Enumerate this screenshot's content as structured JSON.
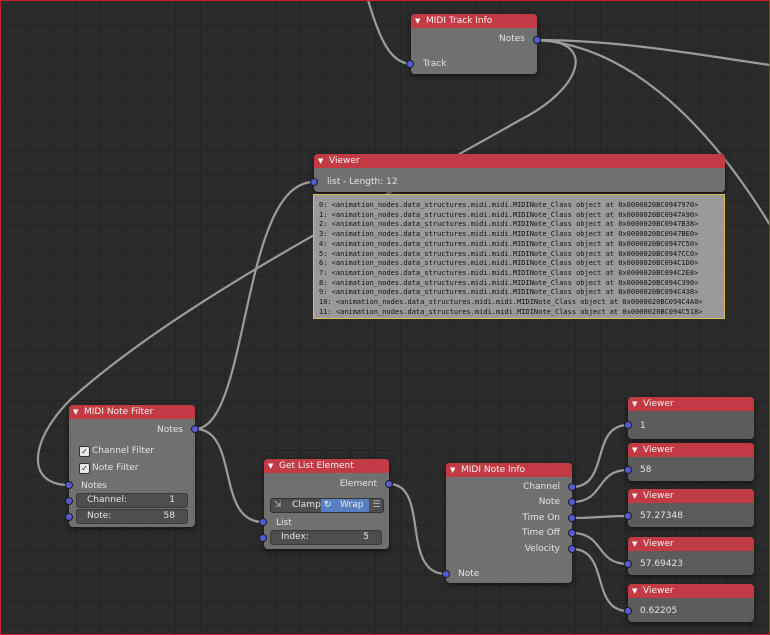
{
  "editor": {
    "frame_color": "#c8232c",
    "header_color": "#c23a44",
    "socket_color": "#555bd6"
  },
  "nodes": {
    "track_info": {
      "title": "MIDI Track Info",
      "out_notes": "Notes",
      "in_track": "Track"
    },
    "viewer_main": {
      "title": "Viewer",
      "summary": "list - Length: 12",
      "rows": [
        "0: <animation_nodes.data_structures.midi.midi.MIDINote_Class object at 0x0000020BC0947970>",
        "1: <animation_nodes.data_structures.midi.midi.MIDINote_Class object at 0x0000020BC0947A90>",
        "2: <animation_nodes.data_structures.midi.midi.MIDINote_Class object at 0x0000020BC0947B38>",
        "3: <animation_nodes.data_structures.midi.midi.MIDINote_Class object at 0x0000020BC0947BE0>",
        "4: <animation_nodes.data_structures.midi.midi.MIDINote_Class object at 0x0000020BC0947C50>",
        "5: <animation_nodes.data_structures.midi.midi.MIDINote_Class object at 0x0000020BC0947CC0>",
        "6: <animation_nodes.data_structures.midi.midi.MIDINote_Class object at 0x0000020BC094C1D0>",
        "7: <animation_nodes.data_structures.midi.midi.MIDINote_Class object at 0x0000020BC094C2E8>",
        "8: <animation_nodes.data_structures.midi.midi.MIDINote_Class object at 0x0000020BC094C390>",
        "9: <animation_nodes.data_structures.midi.midi.MIDINote_Class object at 0x0000020BC094C438>",
        "10: <animation_nodes.data_structures.midi.midi.MIDINote_Class object at 0x0000020BC094C4A0>",
        "11: <animation_nodes.data_structures.midi.midi.MIDINote_Class object at 0x0000020BC094C518>"
      ]
    },
    "note_filter": {
      "title": "MIDI Note Filter",
      "out_notes": "Notes",
      "channel_filter": "Channel Filter",
      "note_filter": "Note Filter",
      "in_notes": "Notes",
      "channel_label": "Channel:",
      "channel_value": "1",
      "note_label": "Note:",
      "note_value": "58"
    },
    "get_list": {
      "title": "Get List Element",
      "out_element": "Element",
      "clamp": "Clamp",
      "wrap": "Wrap",
      "in_list": "List",
      "index_label": "Index:",
      "index_value": "5"
    },
    "note_info": {
      "title": "MIDI Note Info",
      "outputs": [
        "Channel",
        "Note",
        "Time On",
        "Time Off",
        "Velocity"
      ],
      "in_note": "Note"
    },
    "viewers": [
      {
        "title": "Viewer",
        "value": "1"
      },
      {
        "title": "Viewer",
        "value": "58"
      },
      {
        "title": "Viewer",
        "value": "57.27348"
      },
      {
        "title": "Viewer",
        "value": "57.69423"
      },
      {
        "title": "Viewer",
        "value": "0.62205"
      }
    ]
  }
}
